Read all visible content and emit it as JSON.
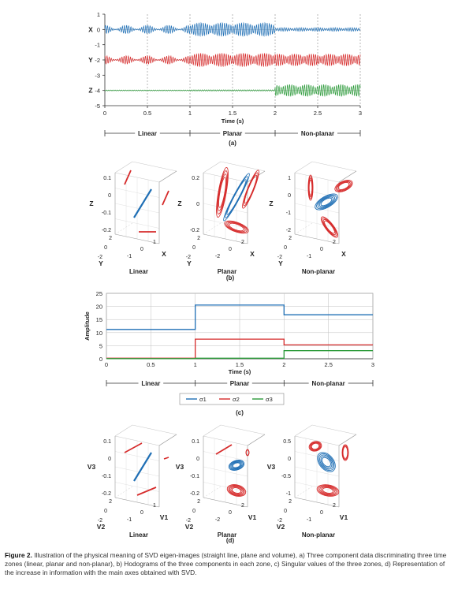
{
  "colors": {
    "blue": "#1f6fb5",
    "red": "#d62b2b",
    "green": "#2c9a3a",
    "axis": "#333333",
    "grid": "#bfbfbf"
  },
  "panel_a": {
    "label": "(a)",
    "xlabel": "Time (s)",
    "x_ticks": [
      "0",
      "0.5",
      "1",
      "1.5",
      "2",
      "2.5",
      "3"
    ],
    "y_ticks": [
      "1",
      "0",
      "-1",
      "-2",
      "-3",
      "-4",
      "-5"
    ],
    "series": [
      "X",
      "Y",
      "Z"
    ],
    "zones": [
      "Linear",
      "Planar",
      "Non-planar"
    ]
  },
  "panel_b": {
    "label": "(b)",
    "cubes": [
      {
        "title": "Linear",
        "z_ticks": [
          "0.1",
          "0",
          "-0.1",
          "-0.2"
        ],
        "y_ticks": [
          "2",
          "0",
          "-2"
        ],
        "x_ticks": [
          "-1",
          "0",
          "1"
        ]
      },
      {
        "title": "Planar",
        "z_ticks": [
          "0.2",
          "0",
          "-0.2"
        ],
        "y_ticks": [
          "2",
          "0",
          "-2"
        ],
        "x_ticks": [
          "-2",
          "0",
          "2"
        ]
      },
      {
        "title": "Non-planar",
        "z_ticks": [
          "1",
          "0",
          "-1",
          "-2"
        ],
        "y_ticks": [
          "2",
          "0",
          "-2"
        ],
        "x_ticks": [
          "-1",
          "0",
          "2"
        ]
      }
    ],
    "axes": {
      "z": "Z",
      "y": "Y",
      "x": "X"
    }
  },
  "chart_data": {
    "type": "line",
    "panel_label": "(c)",
    "xlabel": "Time (s)",
    "ylabel": "Amplitude",
    "xlim": [
      0,
      3
    ],
    "ylim": [
      0,
      25
    ],
    "x_ticks": [
      "0",
      "0.5",
      "1",
      "1.5",
      "2",
      "2.5",
      "3"
    ],
    "y_ticks": [
      "0",
      "5",
      "10",
      "15",
      "20",
      "25"
    ],
    "grid": true,
    "zones": [
      "Linear",
      "Planar",
      "Non-planar"
    ],
    "legend_position": "bottom",
    "series": [
      {
        "name": "σ1",
        "color": "#1f6fb5",
        "points": [
          [
            0,
            11.2
          ],
          [
            1,
            11.2
          ],
          [
            1,
            20.5
          ],
          [
            2,
            20.5
          ],
          [
            2,
            16.8
          ],
          [
            3,
            16.8
          ]
        ]
      },
      {
        "name": "σ2",
        "color": "#d62b2b",
        "points": [
          [
            0,
            0.2
          ],
          [
            1,
            0.2
          ],
          [
            1,
            7.5
          ],
          [
            2,
            7.5
          ],
          [
            2,
            5.3
          ],
          [
            3,
            5.3
          ]
        ]
      },
      {
        "name": "σ3",
        "color": "#2c9a3a",
        "points": [
          [
            0,
            0.05
          ],
          [
            1,
            0.05
          ],
          [
            1,
            0.2
          ],
          [
            2,
            0.2
          ],
          [
            2,
            3.1
          ],
          [
            3,
            3.1
          ]
        ]
      }
    ]
  },
  "panel_d": {
    "label": "(d)",
    "cubes": [
      {
        "title": "Linear",
        "z_ticks": [
          "0.1",
          "0",
          "-0.1",
          "-0.2"
        ],
        "y_ticks": [
          "2",
          "0",
          "-2"
        ],
        "x_ticks": [
          "-1",
          "0",
          "1"
        ]
      },
      {
        "title": "Planar",
        "z_ticks": [
          "0.1",
          "0",
          "-0.1",
          "-0.2"
        ],
        "y_ticks": [
          "2",
          "0",
          "-2"
        ],
        "x_ticks": [
          "-2",
          "0",
          "2"
        ]
      },
      {
        "title": "Non-planar",
        "z_ticks": [
          "0.5",
          "0",
          "-0.5",
          "-1"
        ],
        "y_ticks": [
          "2",
          "0",
          "-2"
        ],
        "x_ticks": [
          "-1",
          "0",
          "2"
        ]
      }
    ],
    "axes": {
      "z": "V3",
      "y": "V2",
      "x": "V1"
    }
  },
  "caption": {
    "label": "Figure 2.",
    "text": "Illustration of the physical meaning of SVD eigen-images (straight line, plane and volume), a) Three component data discriminating three time zones (linear, planar and non-planar), b) Hodograms of the three components in each zone, c) Singular values of the three zones, d) Representation of the increase in information with the main axes obtained with SVD."
  }
}
